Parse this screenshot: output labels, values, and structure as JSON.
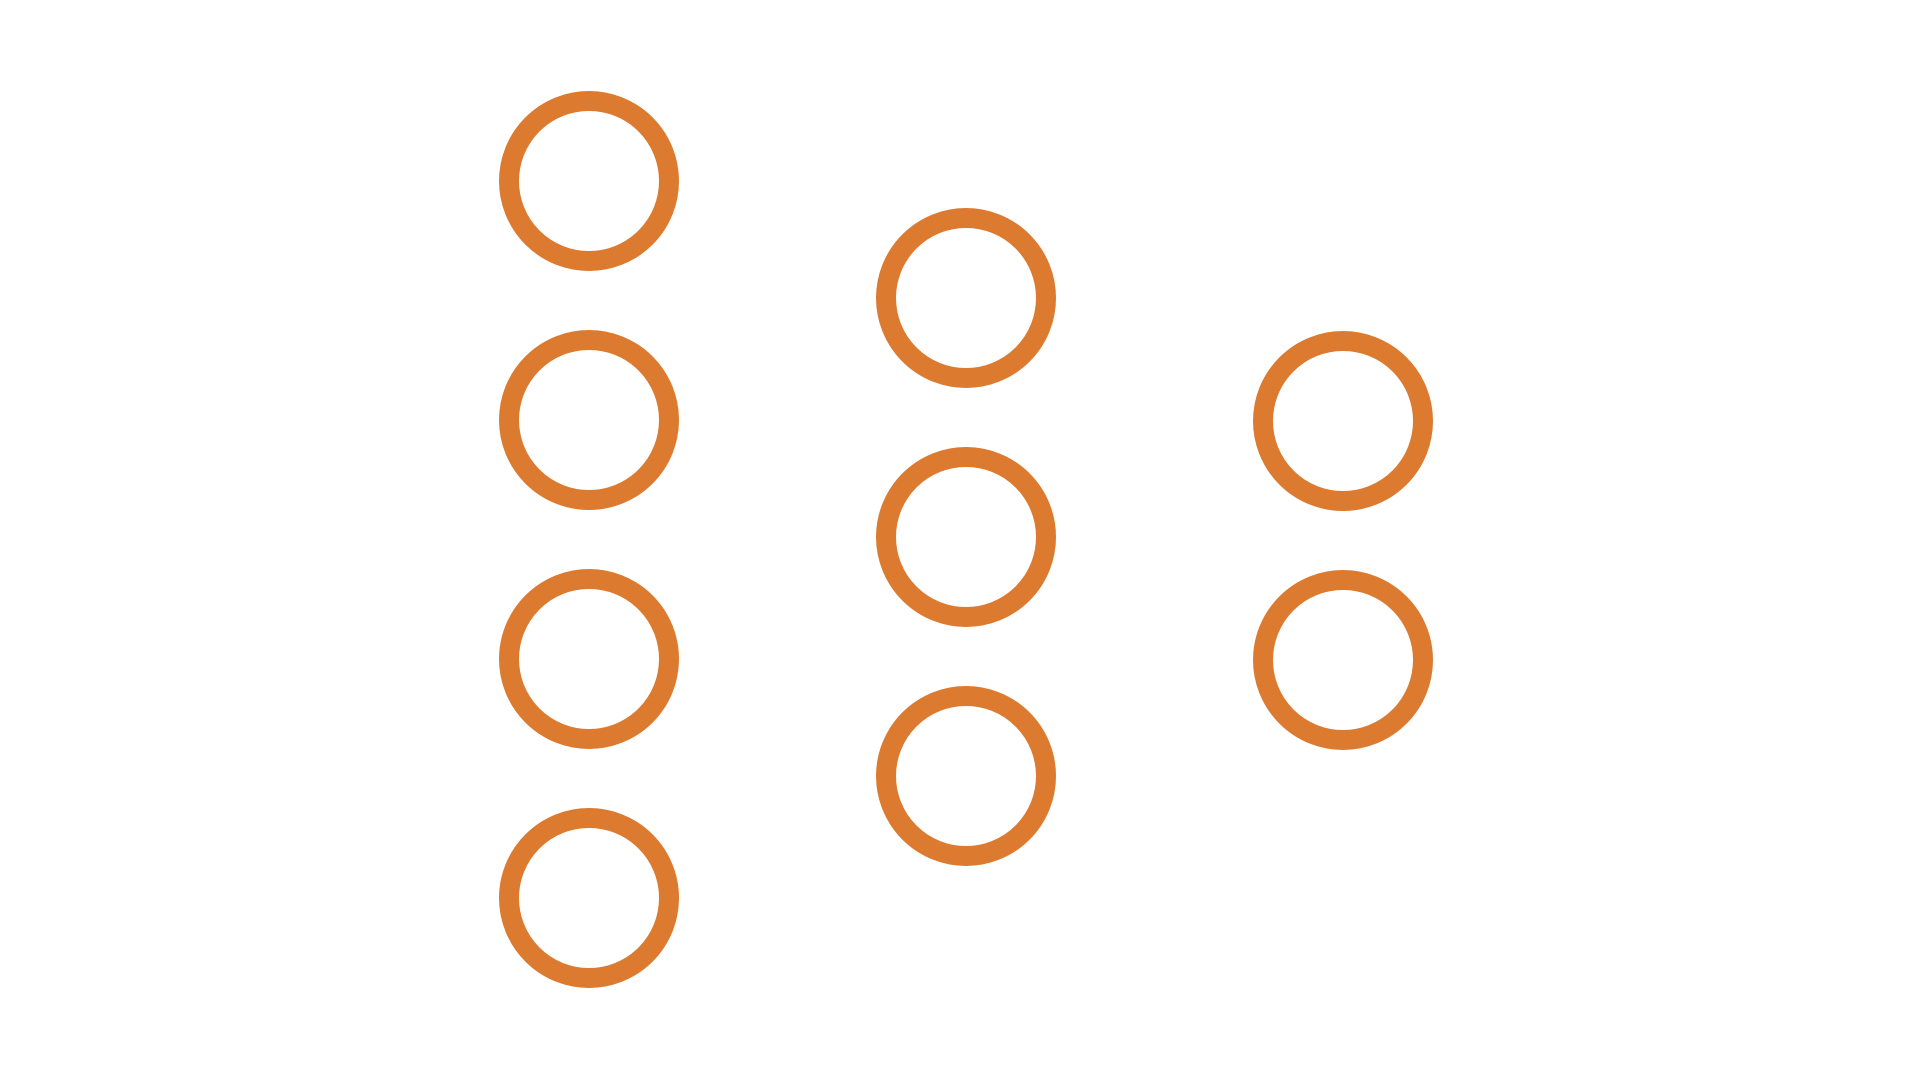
{
  "diagram": {
    "shape": "circle",
    "style": "outline",
    "stroke_color": "#DC7A2F",
    "background_color": "#ffffff",
    "layers": [
      {
        "node_count": 4
      },
      {
        "node_count": 3
      },
      {
        "node_count": 2
      }
    ]
  }
}
